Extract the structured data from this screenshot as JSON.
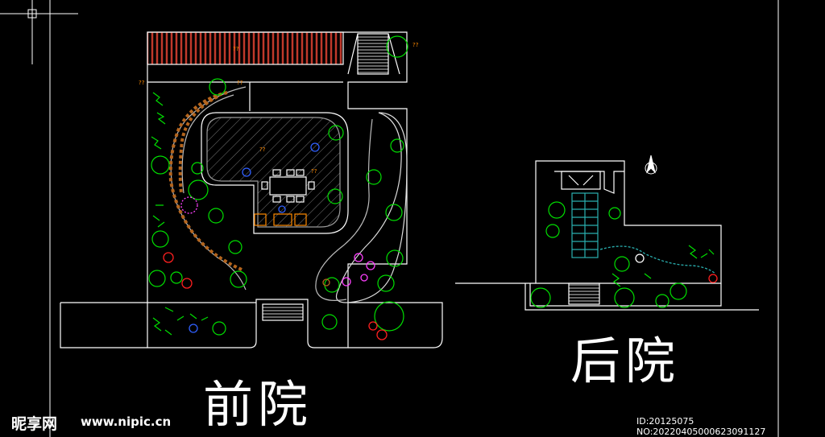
{
  "labels": {
    "front_yard": "前院",
    "back_yard": "后院"
  },
  "footer": {
    "watermark_logo": "昵享网",
    "watermark_url": "www.nipic.cn",
    "image_id": "ID:20125075 NO:20220405000623091127"
  },
  "annotation_placeholder": "??",
  "colors": {
    "background": "#000000",
    "linework": "#ffffff",
    "hatch": "#c0392b",
    "plants": "#00e000",
    "accent_red": "#ff2020",
    "accent_magenta": "#ff40ff",
    "accent_blue": "#3060ff",
    "accent_cyan": "#2ab0b0",
    "paving": "#b5651d",
    "annotation": "#ff8a00"
  },
  "icons": {
    "north_arrow": "north-arrow-icon",
    "cursor": "crosshair-cursor-icon"
  }
}
